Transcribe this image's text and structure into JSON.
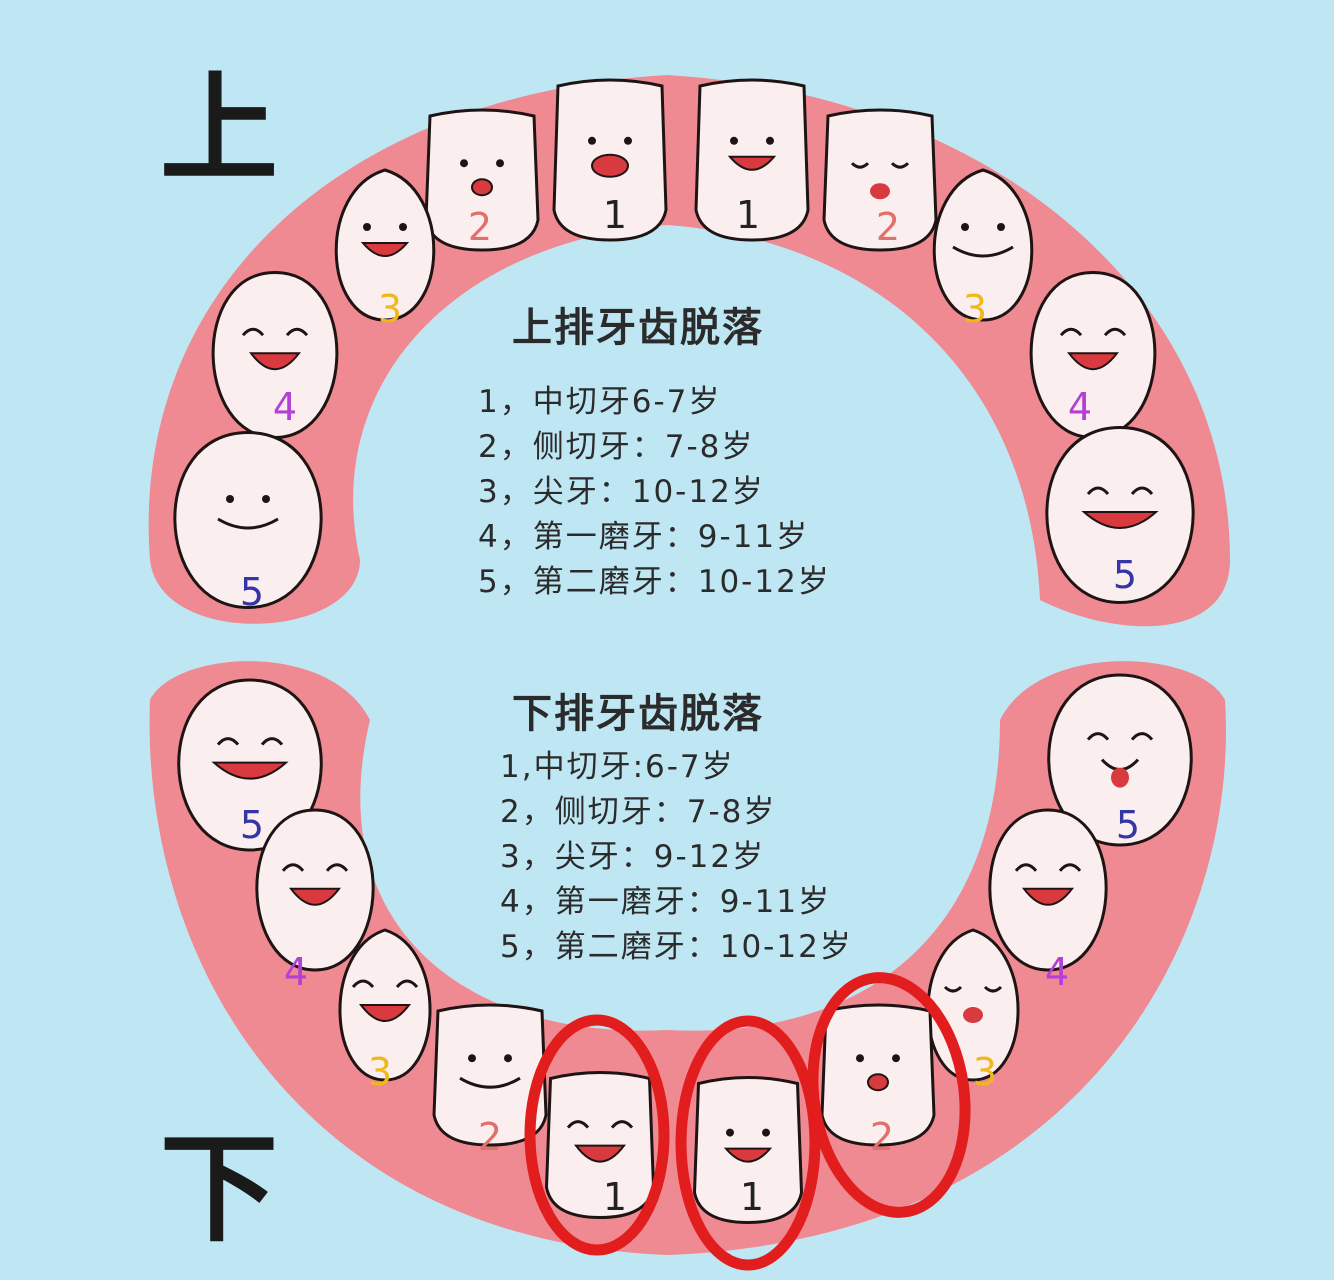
{
  "labels": {
    "upper": "上",
    "lower": "下"
  },
  "upper": {
    "title": "上排牙齿脱落",
    "items": [
      "1，中切牙6-7岁",
      "2，侧切牙：7-8岁",
      "3，尖牙：10-12岁",
      "4，第一磨牙：9-11岁",
      "5，第二磨牙：10-12岁"
    ]
  },
  "lower": {
    "title": "下排牙齿脱落",
    "items": [
      "1,中切牙:6-7岁",
      "2，侧切牙：7-8岁",
      "3，尖牙：9-12岁",
      "4，第一磨牙：9-11岁",
      "5，第二磨牙：10-12岁"
    ]
  },
  "tooth_numbers": {
    "n1": "1",
    "n2": "2",
    "n3": "3",
    "n4": "4",
    "n5": "5"
  },
  "colors": {
    "background": "#bfe7f3",
    "gum": "#ef8a92",
    "tooth": "#fbeeee",
    "outline": "#1e1414",
    "mouth": "#d93a3f",
    "circle": "#e11d1d",
    "num1": "#222222",
    "num2": "#e2706a",
    "num3": "#f0b81a",
    "num4": "#b43fd6",
    "num5": "#3535a8"
  }
}
